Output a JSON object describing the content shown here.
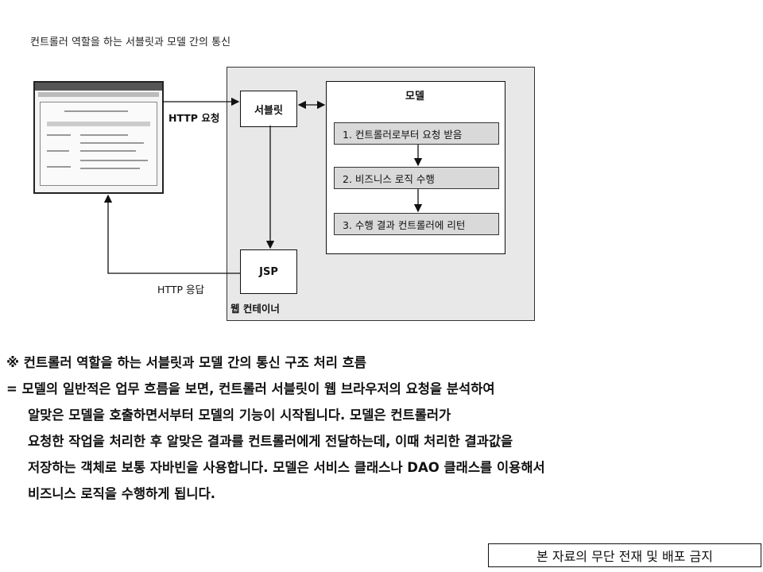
{
  "diagram": {
    "caption": "컨트롤러 역할을 하는 서블릿과 모델 간의 통신",
    "servlet_label": "서블릿",
    "jsp_label": "JSP",
    "model_title": "모델",
    "container_label": "웹 컨테이너",
    "http_request_label": "HTTP 요청",
    "http_response_label": "HTTP 응답",
    "steps": [
      "1. 컨트롤러로부터 요청 받음",
      "2. 비즈니스 로직 수행",
      "3. 수행 결과 컨트롤러에 리턴"
    ]
  },
  "text": {
    "heading": "※ 컨트롤러 역할을 하는 서블릿과 모델 간의 통신 구조 처리 흐름",
    "line1": "= 모델의 일반적은 업무 흐름을 보면, 컨트롤러 서블릿이 웹 브라우저의 요청을 분석하여",
    "line2": "알맞은 모델을 호출하면서부터 모델의 기능이 시작됩니다. 모델은 컨트롤러가",
    "line3": "요청한 작업을 처리한 후 알맞은 결과를 컨트롤러에게 전달하는데, 이때 처리한 결과값을",
    "line4": "저장하는 객체로 보통 자바빈을 사용합니다. 모델은 서비스 클래스나 DAO 클래스를 이용해서",
    "line5": "비즈니스 로직을 수행하게 됩니다."
  },
  "footer": "본 자료의 무단 전재 및 배포 금지"
}
